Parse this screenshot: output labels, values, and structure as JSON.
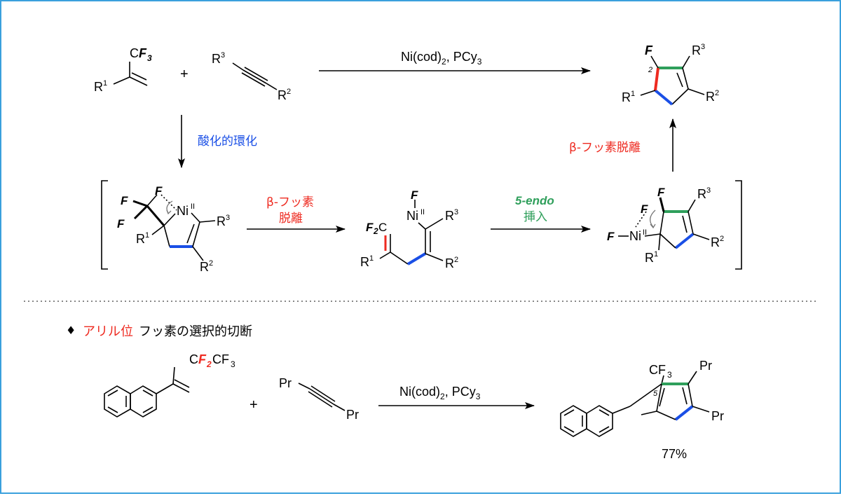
{
  "scheme": {
    "atoms": {
      "F": "F",
      "C": "C",
      "Ni": "Ni",
      "ox_II": "II",
      "R": "R",
      "n1": "1",
      "n2": "2",
      "n3": "3",
      "plus": "+",
      "F2C": "F2C"
    },
    "top_reaction": {
      "reagent_main": "Ni(cod)",
      "reagent_sub": "2",
      "reagent_tail": ", PCy",
      "reagent_sub2": "3",
      "product_position": "2"
    },
    "steps": {
      "oxidative_cyclization": "酸化的環化",
      "beta_f_elim_1": "β-フッ素",
      "beta_f_elim_2": "脱離",
      "insertion_1": "5-endo",
      "insertion_2": "挿入",
      "beta_f_elim_top": "β-フッ素脱離"
    },
    "bottom": {
      "bullet": "♦",
      "heading_red": "アリル位",
      "heading_rest": "フッ素の選択的切断",
      "cf2cf3_a": "C",
      "cf2cf3_b": "F",
      "cf2cf3_b_sub": "2",
      "cf2cf3_c": "CF",
      "cf2cf3_c_sub": "3",
      "propyl": "Pr",
      "cf3": "CF",
      "cf3_sub": "3",
      "product_position": "5",
      "yield": "77%",
      "reagent_main": "Ni(cod)",
      "reagent_sub": "2",
      "reagent_tail": ", PCy",
      "reagent_sub2": "3"
    },
    "colors": {
      "red": "#ee2a20",
      "blue": "#1a4fe6",
      "green": "#2f9f5b",
      "frame": "#3aa0dd",
      "divider": "#888888"
    }
  }
}
